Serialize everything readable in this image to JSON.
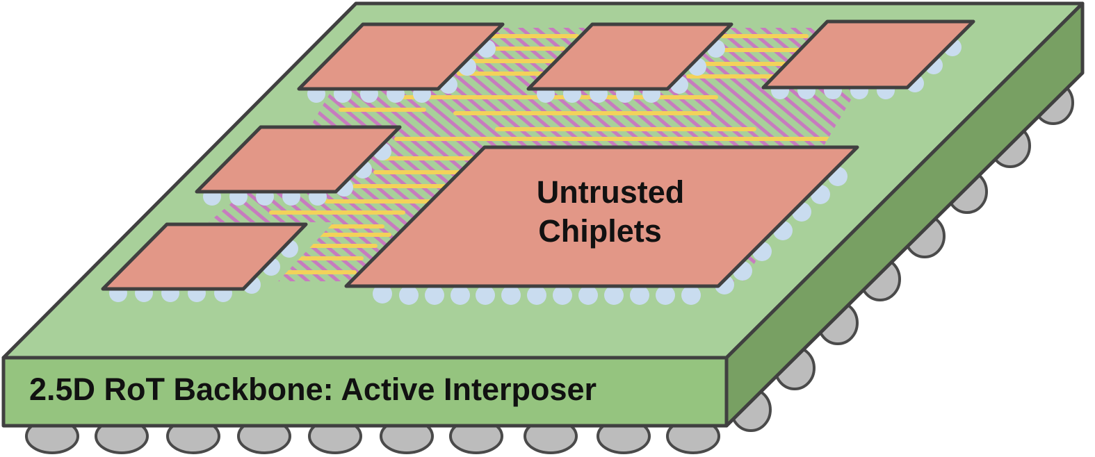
{
  "diagram": {
    "base_label": "2.5D RoT Backbone: Active Interposer",
    "chiplet_label_line1": "Untrusted",
    "chiplet_label_line2": "Chiplets"
  },
  "colors": {
    "interposer_top": "#a8d09a",
    "interposer_front": "#95c47f",
    "interposer_side": "#78a063",
    "outline": "#404040",
    "chiplet": "#e29787",
    "microbump": "#c9dcef",
    "solder_ball": "#bcbcbc",
    "wire_yellow": "#f3d25a",
    "wire_purple": "#c77bbf"
  },
  "icons": {
    "chiplet": "chip-die",
    "microbump": "microbump-dot",
    "solder_ball": "solder-ball"
  }
}
